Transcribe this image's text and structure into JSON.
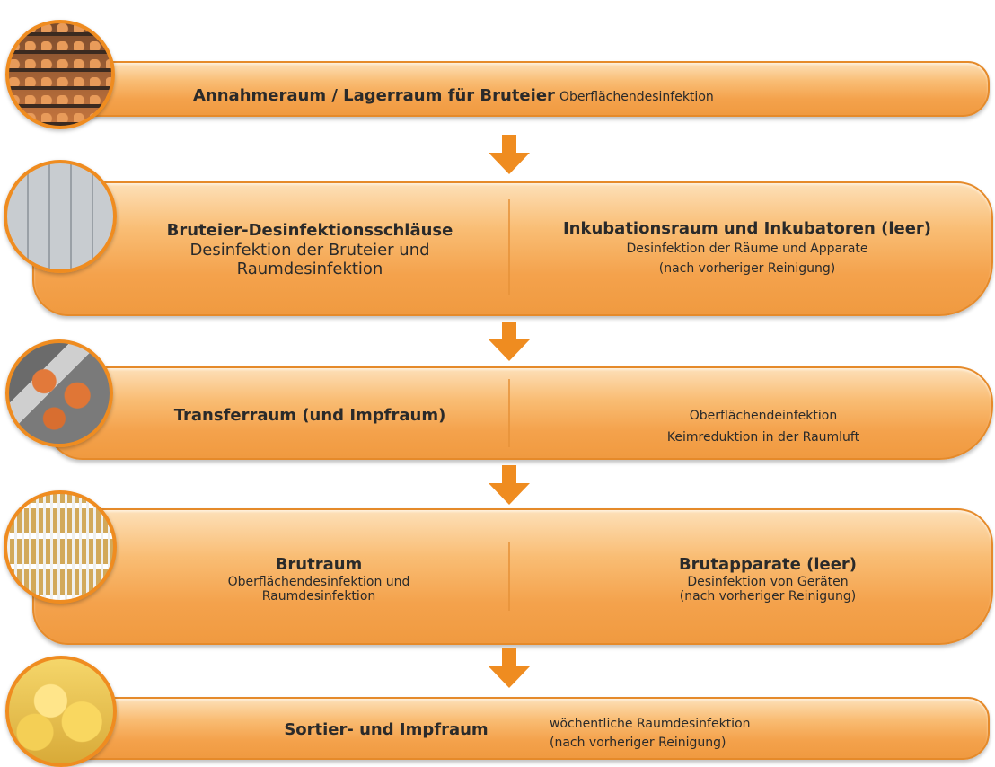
{
  "steps": [
    {
      "title": "Annahmeraum / Lagerraum für Bruteier",
      "subtitle": "Oberflächendesinfektion"
    },
    {
      "left_title": "Bruteier-Desinfektionsschläuse",
      "left_sub1": "Desinfektion der Bruteier und",
      "left_sub2": "Raumdesinfektion",
      "right_title": "Inkubationsraum und Inkubatoren (leer)",
      "right_sub1": "Desinfektion der Räume und Apparate",
      "right_sub2": "(nach vorheriger Reinigung)"
    },
    {
      "left_title": "Transferraum (und Impfraum)",
      "right_sub1": "Oberflächendeinfektion",
      "right_sub2": "Keimreduktion in der Raumluft"
    },
    {
      "left_title": "Brutraum",
      "left_sub1": "Oberflächendesinfektion und",
      "left_sub2": "Raumdesinfektion",
      "right_title": "Brutapparate (leer)",
      "right_sub1": "Desinfektion von Geräten",
      "right_sub2": "(nach vorheriger Reinigung)"
    },
    {
      "left_title": "Sortier- und Impfraum",
      "right_sub1": "wöchentliche Raumdesinfektion",
      "right_sub2": "(nach vorheriger Reinigung)"
    }
  ],
  "colors": {
    "bar": "#f4a24c",
    "border": "#e58a2a",
    "arrow": "#ef8c20",
    "text": "#2a2a2a"
  },
  "icons": [
    "eggs-photo",
    "incubator-photo",
    "transfer-photo",
    "crates-photo",
    "chicks-photo",
    "down-arrow-icon"
  ]
}
